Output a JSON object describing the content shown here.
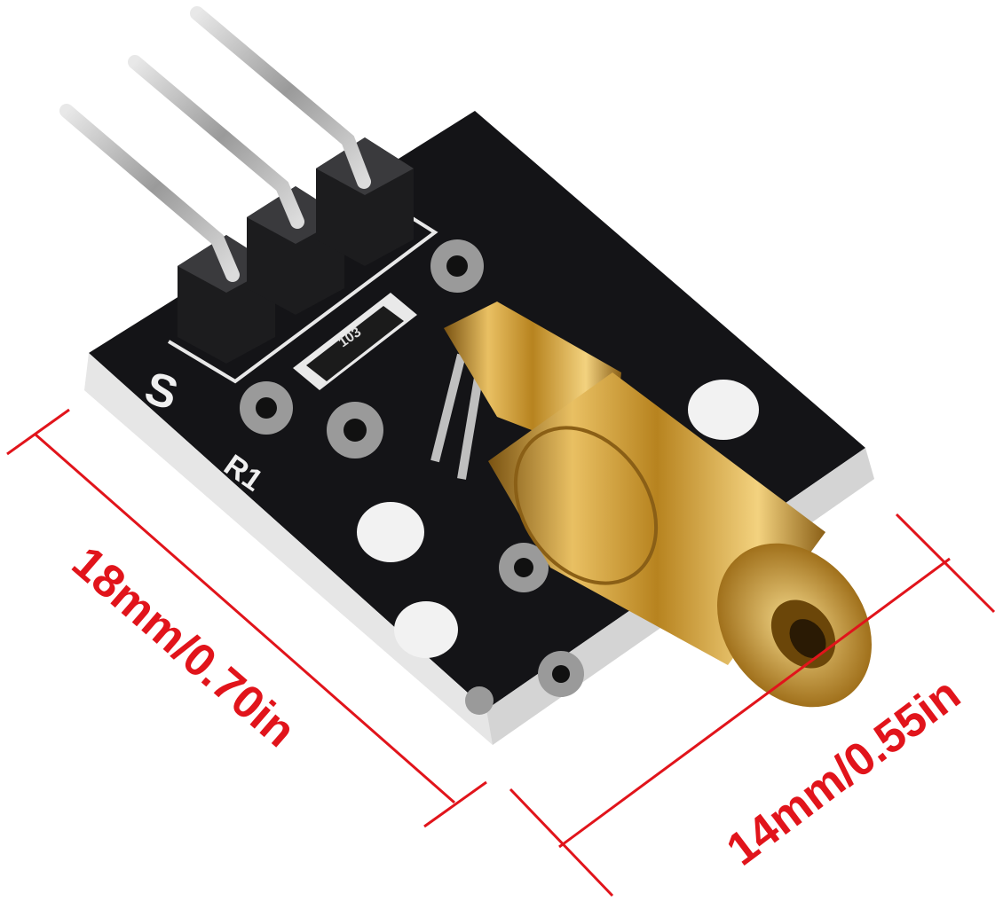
{
  "dimensions": {
    "length_label": "18mm/0.70in",
    "width_label": "14mm/0.55in"
  },
  "silkscreen": {
    "signal_pin": "S",
    "resistor_ref": "R1",
    "resistor_code": "103"
  },
  "colors": {
    "dimension_red": "#e1141b",
    "pcb_black": "#111114",
    "brass": "#c9962a",
    "pin_silver": "#b9b9b9"
  }
}
